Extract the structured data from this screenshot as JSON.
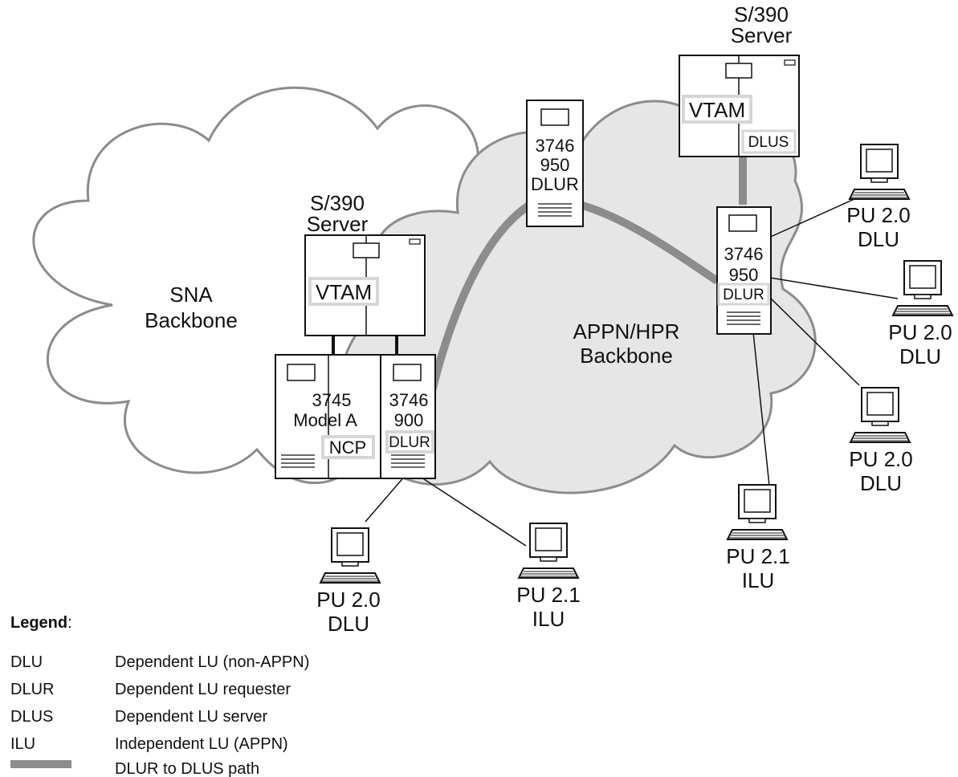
{
  "colors": {
    "cloud_sna_fill": "#ffffff",
    "cloud_appn_fill": "#e6e6e6",
    "cloud_stroke": "#8c8c8c",
    "path_gray": "#8c8c8c",
    "label_box": "#d6d6d6",
    "line": "#111111"
  },
  "clouds": {
    "sna": [
      "SNA",
      "Backbone"
    ],
    "appn": [
      "APPN/HPR",
      "Backbone"
    ]
  },
  "servers": {
    "left": {
      "title": [
        "S/390",
        "Server"
      ],
      "vtam": "VTAM"
    },
    "right": {
      "title": [
        "S/390",
        "Server"
      ],
      "vtam": "VTAM",
      "dlus": "DLUS"
    }
  },
  "controllers": {
    "ncp": {
      "lines": [
        "3745",
        "Model  A"
      ],
      "tag": "NCP"
    },
    "c900": {
      "lines": [
        "3746",
        "900"
      ],
      "tag": "DLUR"
    },
    "c950_top": {
      "lines": [
        "3746",
        "950",
        "DLUR"
      ]
    },
    "c950_right": {
      "lines": [
        "3746",
        "950"
      ],
      "tag": "DLUR"
    }
  },
  "terminals": {
    "t_bottom_left": [
      "PU 2.0",
      "DLU"
    ],
    "t_bottom_mid": [
      "PU 2.1",
      "ILU"
    ],
    "t_right_low": [
      "PU 2.1",
      "ILU"
    ],
    "t_right_1": [
      "PU 2.0",
      "DLU"
    ],
    "t_right_2": [
      "PU 2.0",
      "DLU"
    ],
    "t_right_3": [
      "PU 2.0",
      "DLU"
    ]
  },
  "legend": {
    "title": "Legend",
    "colon": ":",
    "items": [
      {
        "term": "DLU",
        "desc": "Dependent LU (non-APPN)"
      },
      {
        "term": "DLUR",
        "desc": "Dependent LU requester"
      },
      {
        "term": "DLUS",
        "desc": "Dependent LU server"
      },
      {
        "term": "ILU",
        "desc": "Independent LU (APPN)"
      }
    ],
    "path_label": "DLUR to DLUS path"
  }
}
